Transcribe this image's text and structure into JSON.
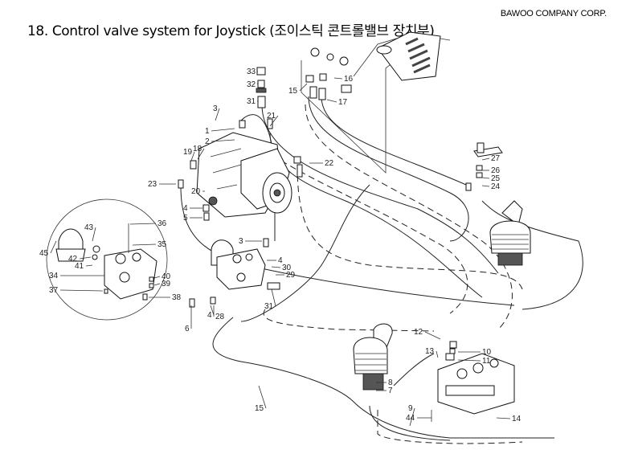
{
  "header": {
    "company": "BAWOO COMPANY CORP.",
    "title": "18. Control valve system for Joystick (조이스틱 콘트롤밸브 장치부)"
  },
  "callouts": [
    "33",
    "32",
    "31",
    "16",
    "15",
    "17",
    "3",
    "21",
    "1",
    "2",
    "19",
    "18",
    "22",
    "23",
    "20",
    "4",
    "5",
    "27",
    "26",
    "25",
    "24",
    "36",
    "43",
    "35",
    "45",
    "42",
    "41",
    "3",
    "4",
    "30",
    "29",
    "34",
    "40",
    "39",
    "37",
    "38",
    "31",
    "6",
    "4",
    "28",
    "12",
    "13",
    "10",
    "11",
    "8",
    "7",
    "15",
    "9",
    "44",
    "14"
  ]
}
